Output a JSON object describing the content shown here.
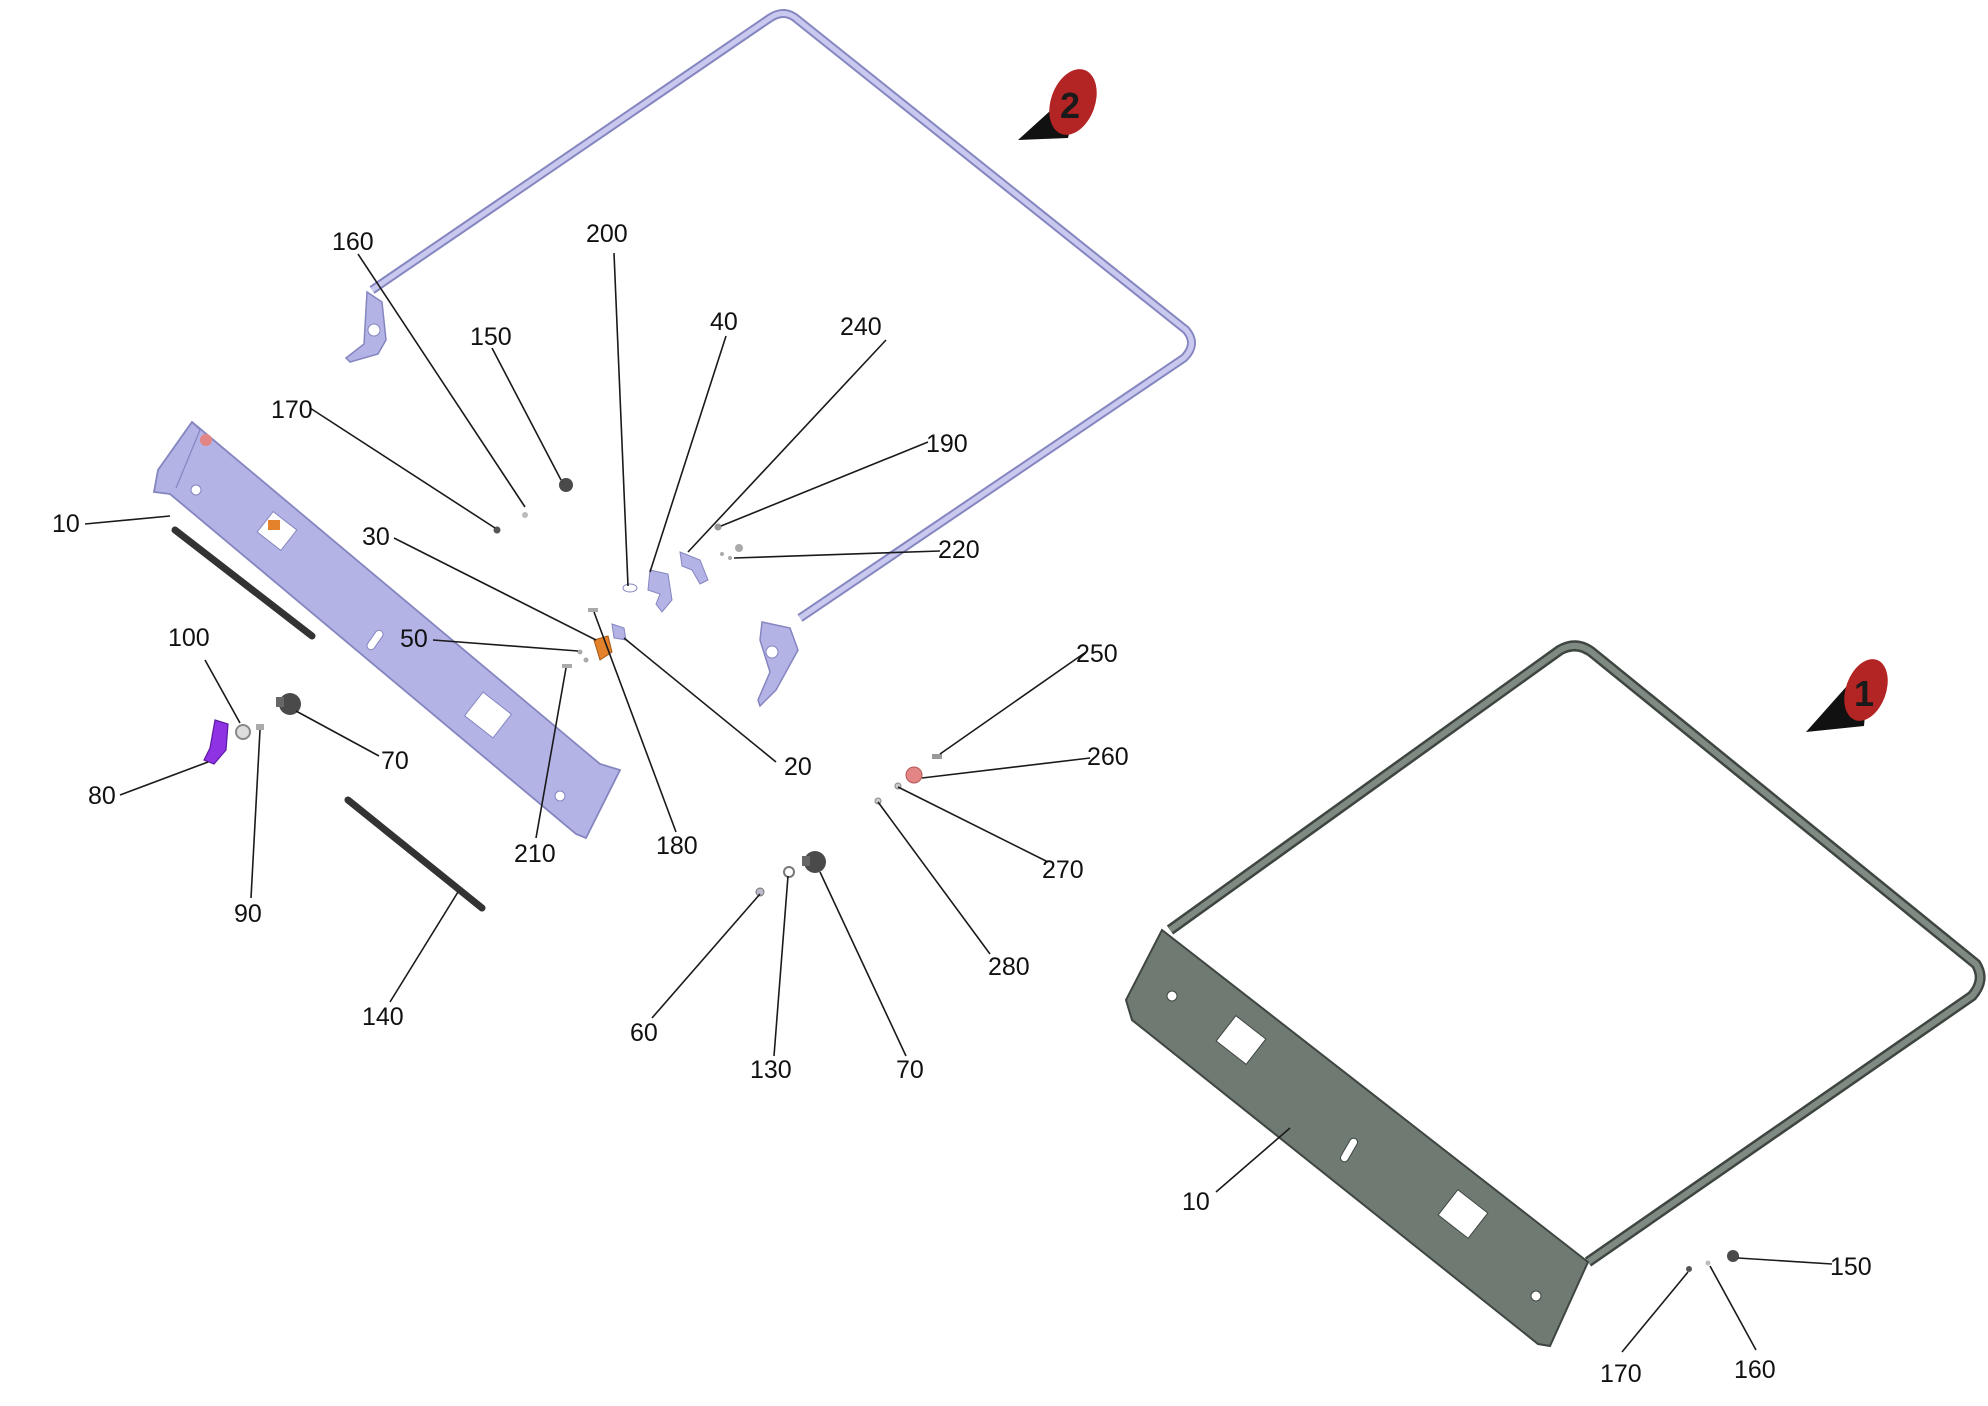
{
  "colors": {
    "frame_assembly_fill": "#b3b3e6",
    "frame_assembly_stroke": "#8585c0",
    "assembled_frame_fill": "#6f7a72",
    "assembled_frame_stroke": "#3f4641",
    "bracket_purple": "#8d33e3",
    "orange_part": "#e3822a",
    "pink_part": "#e38585",
    "dark_part": "#4a4a4a",
    "badge_red": "#b32424"
  },
  "badges": {
    "view_2": "2",
    "view_1": "1"
  },
  "callouts": {
    "c160_top": "160",
    "c200": "200",
    "c150_top": "150",
    "c40": "40",
    "c240": "240",
    "c170_top": "170",
    "c190": "190",
    "c10_left": "10",
    "c30": "30",
    "c220": "220",
    "c100": "100",
    "c50": "50",
    "c250": "250",
    "c70_left": "70",
    "c20": "20",
    "c260": "260",
    "c80": "80",
    "c210": "210",
    "c180": "180",
    "c270": "270",
    "c90": "90",
    "c280": "280",
    "c140": "140",
    "c60": "60",
    "c130": "130",
    "c70_mid": "70",
    "c10_right": "10",
    "c150_right": "150",
    "c170_right": "170",
    "c160_right": "160"
  }
}
